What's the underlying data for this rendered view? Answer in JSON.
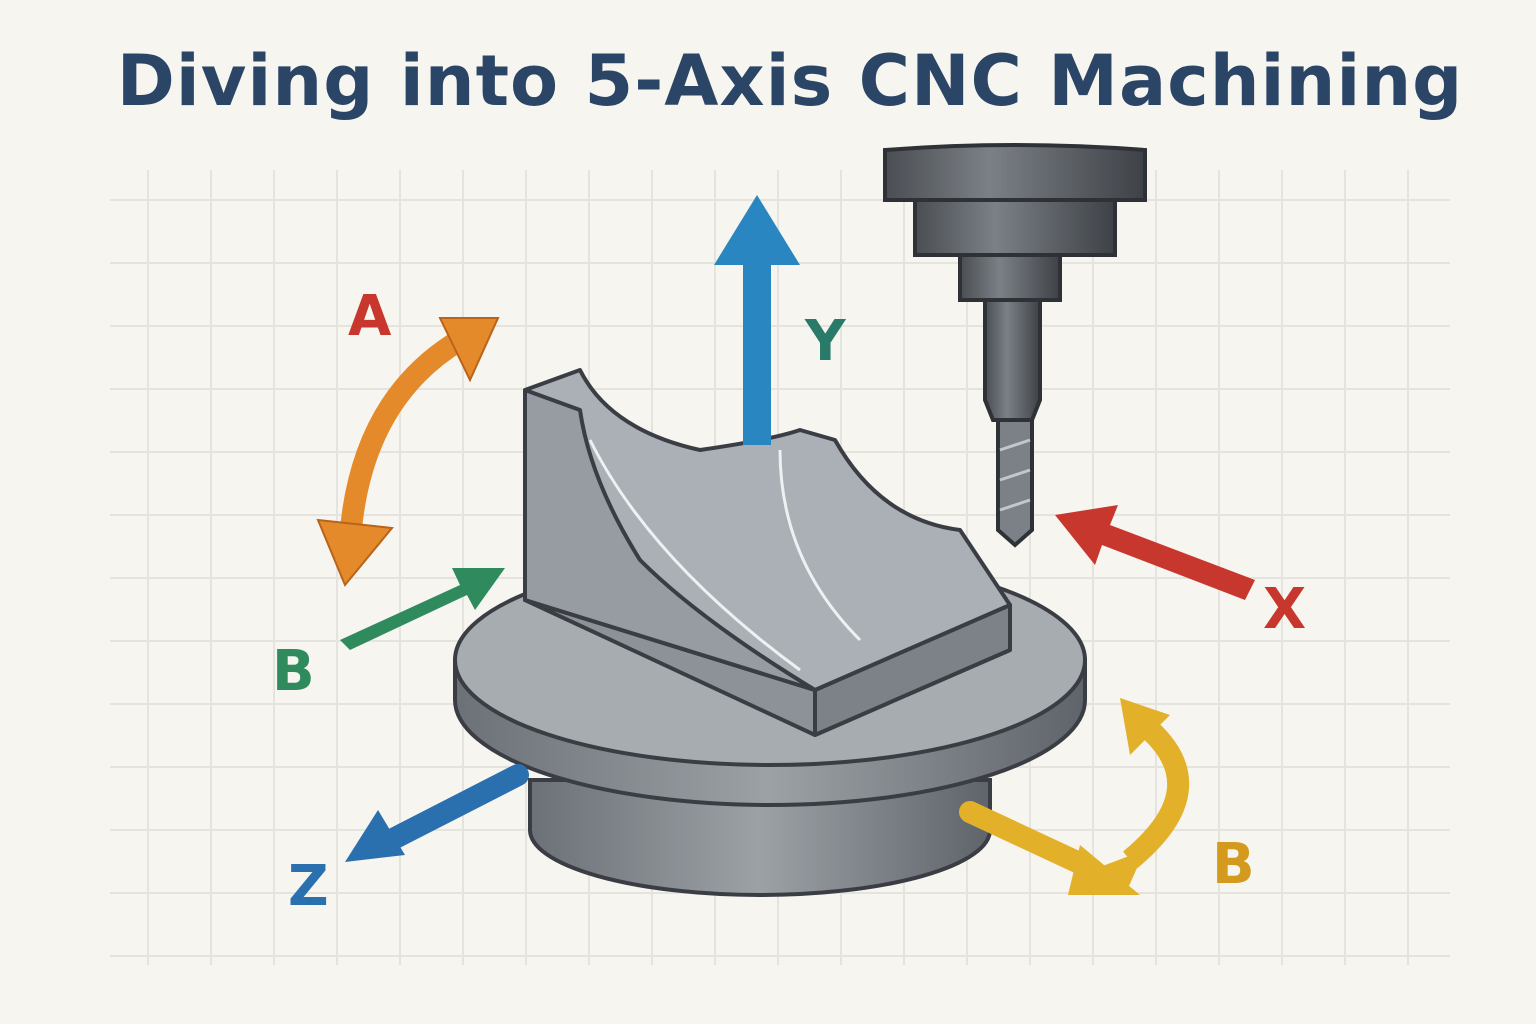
{
  "title": "Diving into 5-Axis CNC Machining",
  "axes": {
    "a": {
      "label": "A",
      "label_color": "#c8372d",
      "arrow_color": "#e58a2a"
    },
    "y": {
      "label": "Y",
      "color": "#2a86c0",
      "label_color": "#2a7a6a"
    },
    "b_left": {
      "label": "B",
      "color": "#2f8a5e"
    },
    "x": {
      "label": "X",
      "color": "#c8372d"
    },
    "z": {
      "label": "Z",
      "color": "#2a6fae"
    },
    "b_right": {
      "label": "B",
      "color": "#e3b02a",
      "label_color": "#d49a1e"
    }
  },
  "colors": {
    "background": "#f7f5ef",
    "grid": "#e4e3de",
    "title": "#2b4566",
    "metal": "#9aa0a6",
    "metal_dark": "#6b7076"
  }
}
